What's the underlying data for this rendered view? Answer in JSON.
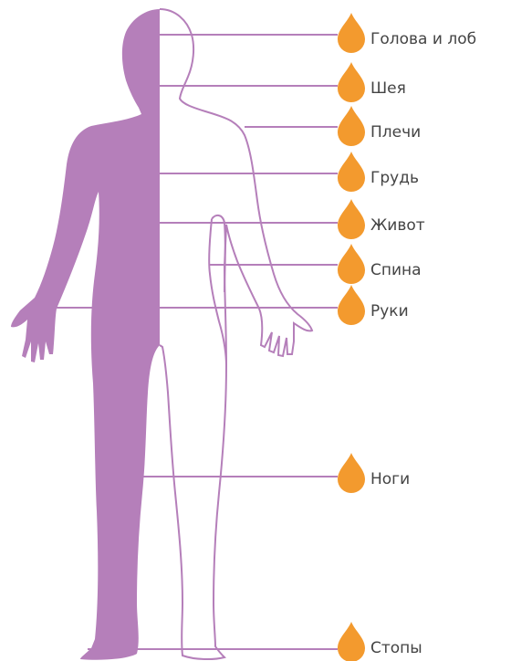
{
  "colors": {
    "body_fill": "#b57fba",
    "outline": "#b57fba",
    "line": "#b57fba",
    "drop": "#f39a2e",
    "text": "#444444"
  },
  "body_parts": [
    {
      "id": "head",
      "label": "Голова и лоб",
      "icon": "drop-icon"
    },
    {
      "id": "neck",
      "label": "Шея",
      "icon": "drop-icon"
    },
    {
      "id": "shoulders",
      "label": "Плечи",
      "icon": "drop-icon"
    },
    {
      "id": "chest",
      "label": "Грудь",
      "icon": "drop-icon"
    },
    {
      "id": "belly",
      "label": "Живот",
      "icon": "drop-icon"
    },
    {
      "id": "back",
      "label": "Спина",
      "icon": "drop-icon"
    },
    {
      "id": "arms",
      "label": "Руки",
      "icon": "drop-icon"
    },
    {
      "id": "legs",
      "label": "Ноги",
      "icon": "drop-icon"
    },
    {
      "id": "feet",
      "label": "Стопы",
      "icon": "drop-icon"
    }
  ]
}
